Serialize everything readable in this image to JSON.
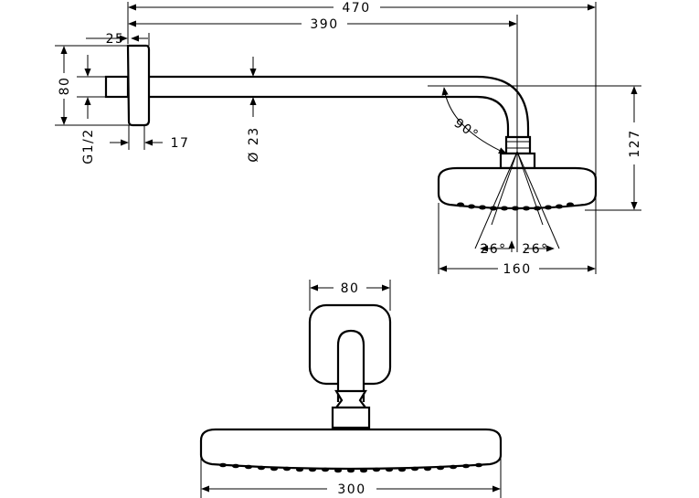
{
  "dimensions": {
    "total_length": "470",
    "arm_length": "390",
    "flange_depth": "25",
    "flange_height": "80",
    "thread": "G1/2",
    "offset": "17",
    "arm_diameter": "Ø 23",
    "swivel_angle": "90°",
    "height": "127",
    "spray_angle_left": "26°",
    "spray_angle_right": "26°",
    "head_diameter_side": "160",
    "flange_width": "80",
    "head_width": "300"
  }
}
